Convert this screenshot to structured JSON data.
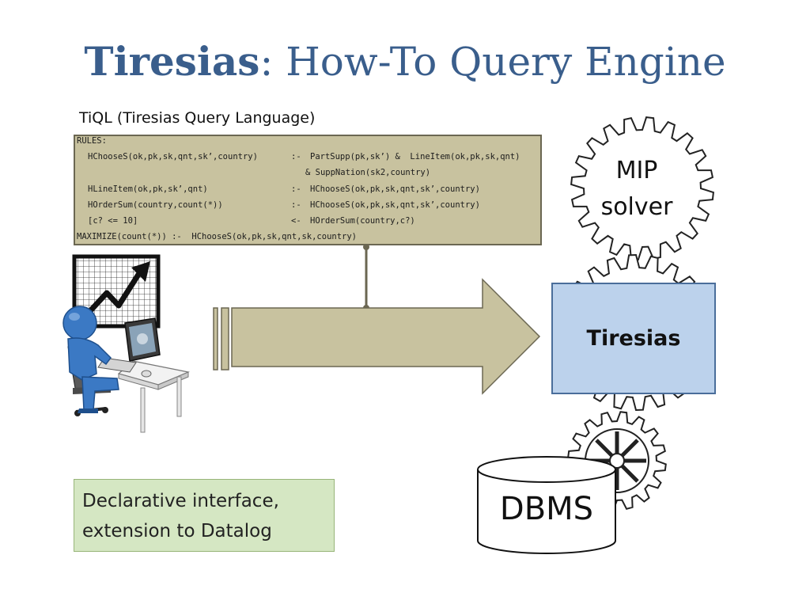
{
  "title": {
    "strong": "Tiresias",
    "rest": ": How-To Query Engine"
  },
  "tiql_label": "TiQL (Tiresias Query Language)",
  "code": {
    "header": "RULES:",
    "rules": [
      {
        "head": "HChooseS(ok,pk,sk,qnt,sk’,country)",
        "op": ":-",
        "body": "PartSupp(pk,sk’) &  LineItem(ok,pk,sk,qnt)"
      },
      {
        "head": "",
        "op": "",
        "body": "& SuppNation(sk2,country)"
      },
      {
        "head": "HLineItem(ok,pk,sk’,qnt)",
        "op": ":-",
        "body": "HChooseS(ok,pk,sk,qnt,sk’,country)"
      },
      {
        "head": "HOrderSum(country,count(*))",
        "op": ":-",
        "body": "HChooseS(ok,pk,sk,qnt,sk’,country)"
      },
      {
        "head": "[c? <= 10]",
        "op": "<-",
        "body": "HOrderSum(country,c?)"
      }
    ],
    "objective": "MAXIMIZE(count(*)) :-  HChooseS(ok,pk,sk,qnt,sk,country)"
  },
  "mip_solver": {
    "line1": "MIP",
    "line2": "solver"
  },
  "tiresias_box": "Tiresias",
  "dbms": "DBMS",
  "note": {
    "line1": "Declarative interface,",
    "line2": "extension to Datalog"
  },
  "colors": {
    "title": "#3a5e8c",
    "code_box": "#c8c29f",
    "arrow": "#c8c29f",
    "tiresias_box": "#bcd2ec",
    "note_box": "#d5e7c3",
    "user_figure": "#3b79c4"
  },
  "icons": [
    "user-at-computer-icon",
    "growth-chart-icon",
    "gear-icon"
  ]
}
